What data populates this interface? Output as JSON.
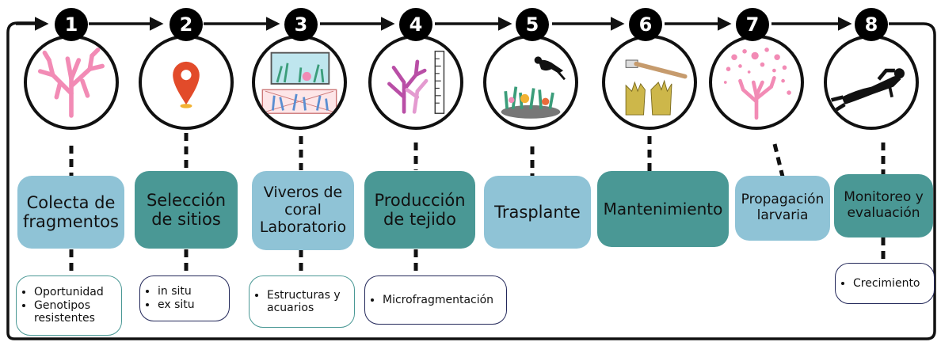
{
  "steps": [
    {
      "number": "1",
      "label": "Colecta de fragmentos",
      "style": "light",
      "icon": "pink-coral-icon",
      "notes": [
        "Oportunidad",
        "Genotipos resistentes"
      ]
    },
    {
      "number": "2",
      "label": "Selección de sitios",
      "style": "dark",
      "icon": "map-pin-icon",
      "notes": [
        "in situ",
        "ex situ"
      ]
    },
    {
      "number": "3",
      "label": "Viveros de coral Laboratorio",
      "style": "light",
      "icon": "aquarium-nursery-icon",
      "notes": [
        "Estructuras y acuarios"
      ]
    },
    {
      "number": "4",
      "label": "Producción de tejido",
      "style": "dark",
      "icon": "coral-ruler-icon",
      "notes": [
        "Microfragmentación"
      ]
    },
    {
      "number": "5",
      "label": "Trasplante",
      "style": "light",
      "icon": "diver-reef-icon",
      "notes": []
    },
    {
      "number": "6",
      "label": "Mantenimiento",
      "style": "dark",
      "icon": "brush-gloves-icon",
      "notes": []
    },
    {
      "number": "7",
      "label": "Propagación larvaria",
      "style": "light",
      "icon": "coral-spawning-icon",
      "notes": []
    },
    {
      "number": "8",
      "label": "Monitoreo y evaluación",
      "style": "dark",
      "icon": "diver-icon",
      "notes": [
        "Crecimiento"
      ]
    }
  ],
  "colors": {
    "light_box": "#8fc3d6",
    "dark_box": "#4a9895",
    "coral": "#f28bb5",
    "line": "#111111"
  }
}
